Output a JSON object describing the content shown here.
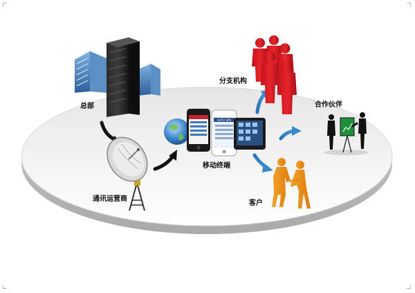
{
  "diagram": {
    "nodes": {
      "headquarters": "总部",
      "branches": "分支机构",
      "partners": "合作伙伴",
      "mobile_terminal": "移动终端",
      "carrier": "通讯运营商",
      "customers": "客户"
    },
    "screen_texts": {
      "phone_banner": "AUTO SPA"
    }
  }
}
